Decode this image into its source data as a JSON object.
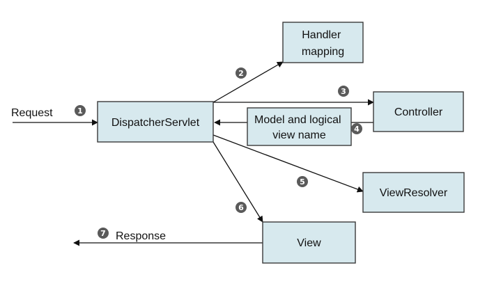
{
  "nodes": {
    "handler_mapping": {
      "lines": [
        "Handler",
        "mapping"
      ]
    },
    "dispatcher_servlet": {
      "lines": [
        "DispatcherServlet"
      ]
    },
    "controller": {
      "lines": [
        "Controller"
      ]
    },
    "model_view": {
      "lines": [
        "Model and logical",
        "view name"
      ]
    },
    "view_resolver": {
      "lines": [
        "ViewResolver"
      ]
    },
    "view": {
      "lines": [
        "View"
      ]
    }
  },
  "labels": {
    "request": "Request",
    "response": "Response"
  },
  "steps": [
    "1",
    "2",
    "3",
    "4",
    "5",
    "6",
    "7"
  ],
  "colors": {
    "box_fill": "#d7e9ee",
    "box_stroke": "#3a3a3a",
    "badge": "#5a5a5a",
    "line": "#111111"
  }
}
